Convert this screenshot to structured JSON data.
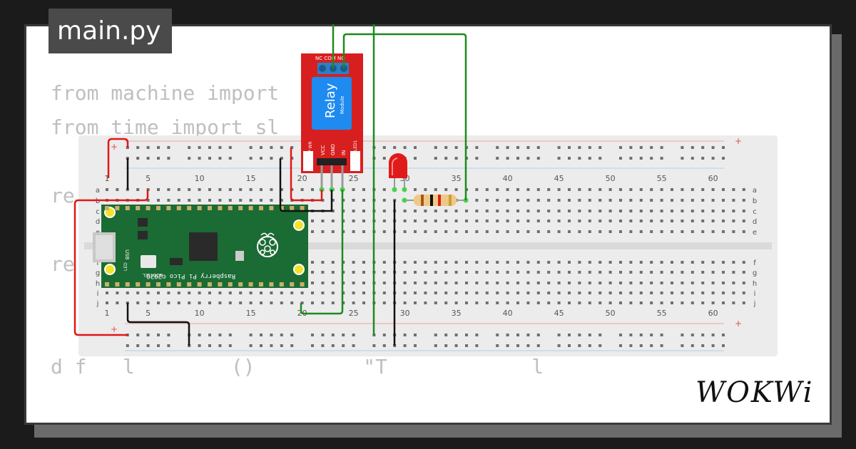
{
  "tab": {
    "filename": "main.py"
  },
  "code": {
    "lines": [
      "from machine import",
      "from time import sl",
      "",
      "re",
      "",
      "re",
      "",
      "",
      "d f   l        ()         \"T            l"
    ]
  },
  "breadboard": {
    "column_numbers": [
      "1",
      "5",
      "10",
      "15",
      "20",
      "25",
      "30",
      "35",
      "40",
      "45",
      "50",
      "55",
      "60"
    ],
    "row_letters_top": [
      "a",
      "b",
      "c",
      "d",
      "e"
    ],
    "row_letters_bottom": [
      "f",
      "g",
      "h",
      "i",
      "j"
    ],
    "rail_plus": "+",
    "rail_minus": "-"
  },
  "relay": {
    "title": "Relay",
    "subtitle": "Module",
    "top_pins": "NC COM NO",
    "pins": [
      "VCC",
      "GND",
      "IN"
    ],
    "pwr_label": "P WR",
    "led_label": "LED1"
  },
  "pico": {
    "name": "Raspberry Pi Pico ©2020",
    "usb": "USB",
    "bootsel": "BOOTSEL",
    "led": "LED"
  },
  "logo": {
    "text": "WOKWi"
  },
  "colors": {
    "wire_green": "#1e8a1e",
    "wire_red": "#e01818",
    "wire_black": "#111111",
    "relay_red": "#d81f1f",
    "relay_blue": "#1e8bf0",
    "pico_green": "#1b6b34",
    "breadboard": "#ececec"
  }
}
